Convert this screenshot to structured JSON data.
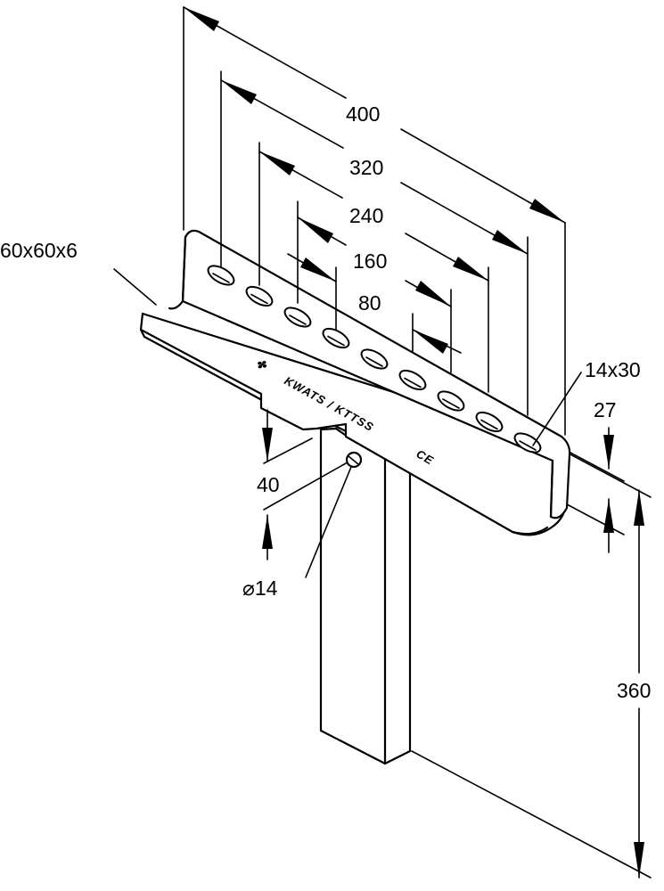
{
  "dimensions": {
    "d400": "400",
    "d320": "320",
    "d240": "240",
    "d160": "160",
    "d80": "80",
    "angle_profile": "60x60x6",
    "slot_size": "14x30",
    "d27": "27",
    "d40": "40",
    "hole_diameter": "⌀14",
    "d360": "360"
  },
  "stamp": {
    "text": "KWATS / KTTSS",
    "ce_mark": "CE"
  }
}
